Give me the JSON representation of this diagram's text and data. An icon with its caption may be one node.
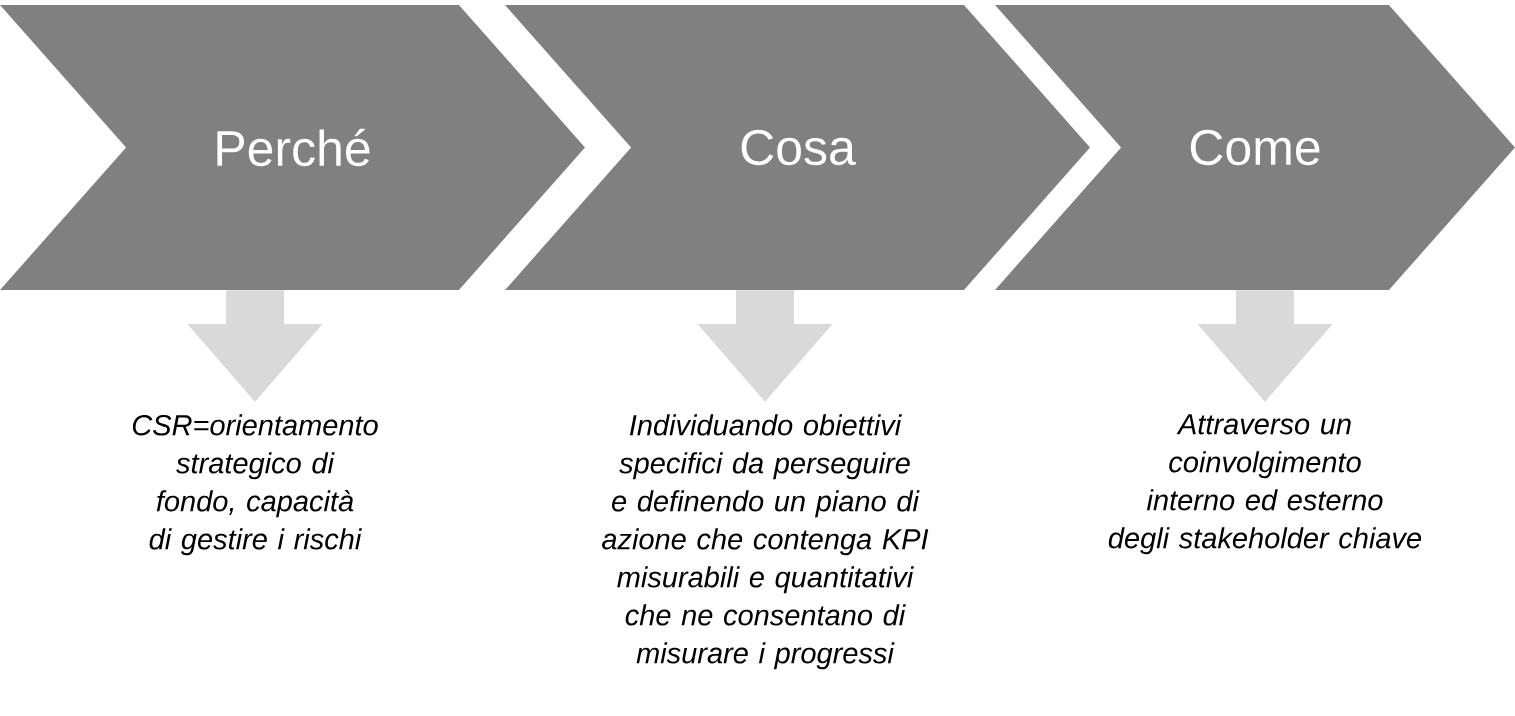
{
  "diagram": {
    "nodes": [
      {
        "text": [
          "Perché"
        ]
      },
      {
        "text": [
          "Cosa"
        ]
      },
      {
        "text": [
          "Come"
        ]
      },
      {
        "text": [
          "CSR=orientamento strategico di fondo, capacità di gestire i rischi"
        ]
      },
      {
        "text": [
          "Individuando obiettivi specifici da perseguire e definendo un piano di azione che contenga KPI misurabili e quantitativi che ne consentano di misurare i progressi"
        ]
      },
      {
        "text": [
          "Attraverso un coinvolgimento interno ed esterno degli stakeholder chiave"
        ]
      }
    ],
    "edges": [
      {
        "from": 0,
        "to": 3,
        "arrow": "to"
      },
      {
        "from": 1,
        "to": 4,
        "arrow": "to"
      },
      {
        "from": 2,
        "to": 5,
        "arrow": "to"
      }
    ]
  }
}
